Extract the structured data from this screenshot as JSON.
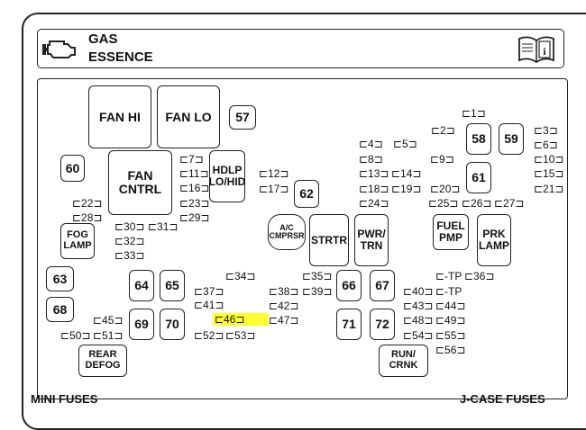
{
  "header": {
    "line1": "GAS",
    "line2": "ESSENCE",
    "icon_left": "engine-icon",
    "icon_right": "manual-icon"
  },
  "boxes": {
    "fan_hi": "FAN HI",
    "fan_lo": "FAN LO",
    "b57": "57",
    "b60": "60",
    "fan_cntrl": "FAN\nCNTRL",
    "hdlp": "HDLP\nLO/HID",
    "b62": "62",
    "b58": "58",
    "b59": "59",
    "b61": "61",
    "fog_lamp": "FOG\nLAMP",
    "ac": "A/C\nCMPRSR",
    "strtr": "STRTR",
    "pwr_trn": "PWR/\nTRN",
    "fuel_pmp": "FUEL\nPMP",
    "prk_lamp": "PRK\nLAMP",
    "b63": "63",
    "b64": "64",
    "b65": "65",
    "b66": "66",
    "b67": "67",
    "b68": "68",
    "b69": "69",
    "b70": "70",
    "b71": "71",
    "b72": "72",
    "rear_defog": "REAR\nDEFOG",
    "run_crnk": "RUN/\nCRNK"
  },
  "fuses": {
    "f1": "⊏1⊐",
    "f2": "⊏2⊐",
    "f3": "⊏3⊐",
    "f4": "⊏4⊐",
    "f5": "⊏5⊐",
    "f6": "⊏6⊐",
    "f7": "⊏7⊐",
    "f8": "⊏8⊐",
    "f9": "⊏9⊐",
    "f10": "⊏10⊐",
    "f11": "⊏11⊐",
    "f12": "⊏12⊐",
    "f13": "⊏13⊐",
    "f14": "⊏14⊐",
    "f15": "⊏15⊐",
    "f16": "⊏16⊐",
    "f17": "⊏17⊐",
    "f18": "⊏18⊐",
    "f19": "⊏19⊐",
    "f20": "⊏20⊐",
    "f21": "⊏21⊐",
    "f22": "⊏22⊐",
    "f23": "⊏23⊐",
    "f24": "⊏24⊐",
    "f25": "⊏25⊐",
    "f26": "⊏26⊐",
    "f27": "⊏27⊐",
    "f28": "⊏28⊐",
    "f29": "⊏29⊐",
    "f30": "⊏30⊐",
    "f31": "⊏31⊐",
    "f32": "⊏32⊐",
    "f33": "⊏33⊐",
    "f34": "⊏34⊐",
    "f35": "⊏35⊐",
    "f36": "⊏36⊐",
    "f37": "⊏37⊐",
    "f38": "⊏38⊐",
    "f39": "⊏39⊐",
    "f40": "⊏40⊐",
    "f41": "⊏41⊐",
    "f42": "⊏42⊐",
    "f43": "⊏43⊐",
    "f44": "⊏44⊐",
    "f45": "⊏45⊐",
    "f46": "⊏46⊐",
    "f47": "⊏47⊐",
    "f48": "⊏48⊐",
    "f49": "⊏49⊐",
    "f50": "⊏50⊐",
    "f51": "⊏51⊐",
    "f52": "⊏52⊐",
    "f53": "⊏53⊐",
    "f54": "⊏54⊐",
    "f55": "⊏55⊐",
    "f56": "⊏56⊐",
    "tp1": "⊏-TP",
    "tp2": "⊏-TP"
  },
  "highlight_color": "#ffff33",
  "footer": {
    "left": "MINI FUSES",
    "right": "J-CASE FUSES"
  }
}
